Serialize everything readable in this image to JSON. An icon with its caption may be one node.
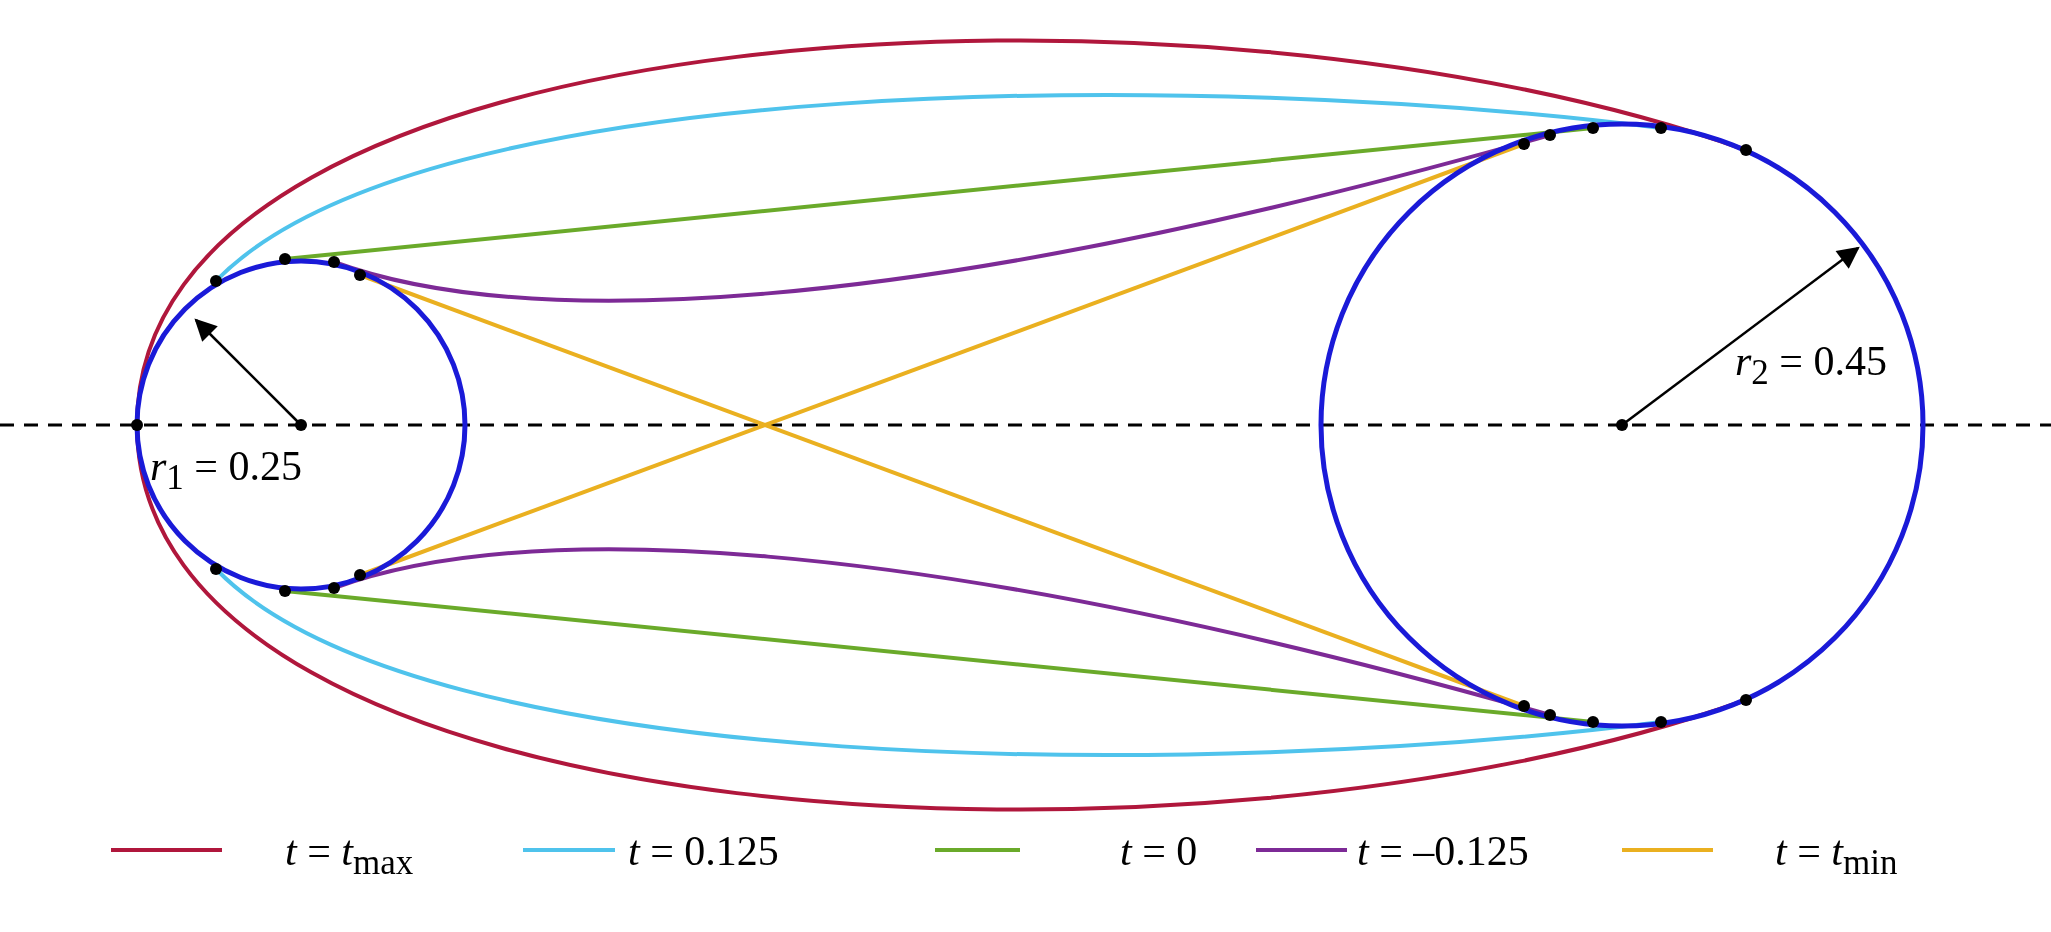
{
  "diagram": {
    "labels": [
      "*r*$_{1}$ = 0.25",
      "*r*$_{2}$ = 0.45"
    ],
    "legend": [
      {
        "text": "*t* = *t*$_{max}$"
      },
      {
        "text": "*t* = 0.125"
      },
      {
        "text": "*t* = 0"
      },
      {
        "text": "*t* = –0.125"
      },
      {
        "text": "*t* = *t*$_{min}$"
      }
    ]
  }
}
